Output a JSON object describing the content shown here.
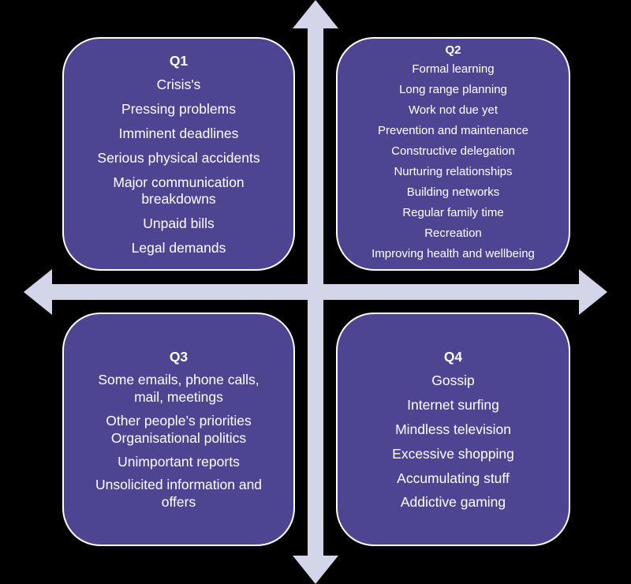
{
  "quadrants": {
    "q1": {
      "title": "Q1",
      "items": [
        "Crisis's",
        "Pressing problems",
        "Imminent deadlines",
        "Serious physical accidents",
        "Major communication breakdowns",
        "Unpaid bills",
        "Legal demands"
      ]
    },
    "q2": {
      "title": "Q2",
      "items": [
        "Formal learning",
        "Long range planning",
        "Work not due yet",
        "Prevention and maintenance",
        "Constructive delegation",
        "Nurturing relationships",
        "Building networks",
        "Regular family time",
        "Recreation",
        "Improving health and wellbeing"
      ]
    },
    "q3": {
      "title": "Q3",
      "items": [
        "Some emails, phone calls, mail, meetings",
        "Other people’s priorities",
        "Organisational politics",
        "Unimportant reports",
        "Unsolicited information and offers"
      ]
    },
    "q4": {
      "title": "Q4",
      "items": [
        "Gossip",
        "Internet surfing",
        "Mindless television",
        "Excessive shopping",
        "Accumulating stuff",
        "Addictive gaming"
      ]
    }
  },
  "colors": {
    "background": "#000000",
    "quadrant_fill": "#4e4592",
    "quadrant_border": "#ffffff",
    "axis": "#d3d6e8",
    "text": "#ffffff"
  }
}
